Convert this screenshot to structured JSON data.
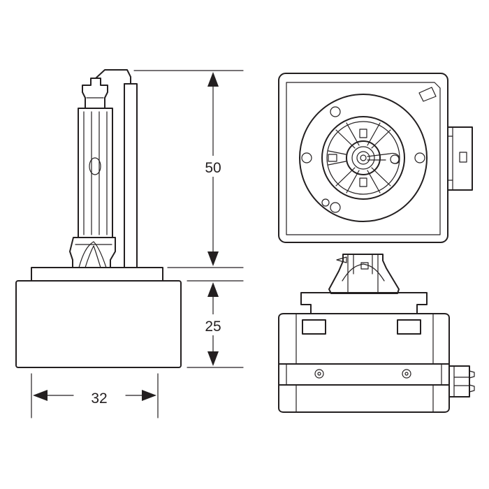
{
  "dimensions": {
    "height_top": "50",
    "height_base": "25",
    "width_base": "32"
  },
  "colors": {
    "line": "#231f20",
    "background": "#ffffff"
  }
}
